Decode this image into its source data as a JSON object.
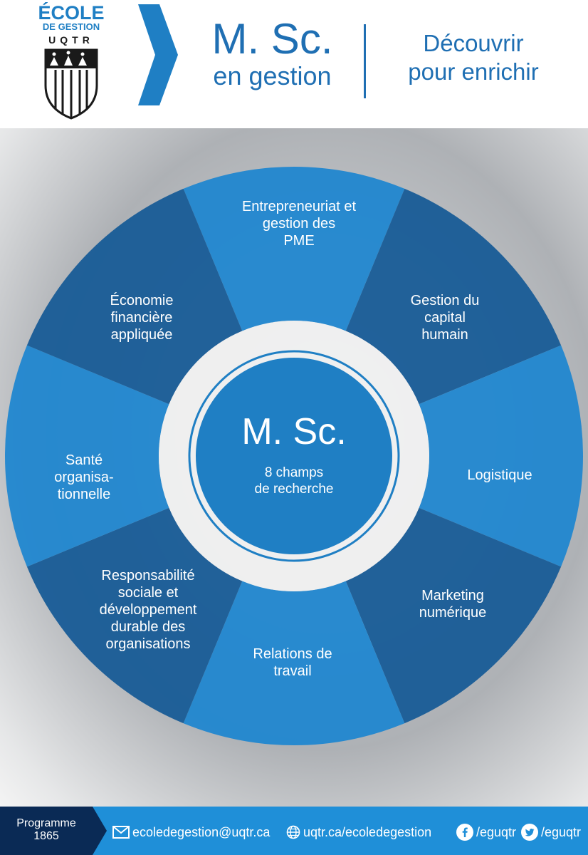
{
  "header": {
    "logo": {
      "line1": "ÉCOLE",
      "line2": "DE GESTION",
      "line3": "UQTR"
    },
    "title_main": "M. Sc.",
    "title_sub": "en gestion",
    "slogan_line1": "Découvrir",
    "slogan_line2": "pour enrichir"
  },
  "wheel": {
    "segments": [
      {
        "id": "top",
        "lines": [
          "Entrepreneuriat et",
          "gestion des",
          "PME"
        ]
      },
      {
        "id": "top-right",
        "lines": [
          "Gestion du",
          "capital",
          "humain"
        ]
      },
      {
        "id": "right",
        "lines": [
          "Logistique"
        ]
      },
      {
        "id": "bottom-right",
        "lines": [
          "Marketing",
          "numérique"
        ]
      },
      {
        "id": "bottom",
        "lines": [
          "Relations de",
          "travail"
        ]
      },
      {
        "id": "bottom-left",
        "lines": [
          "Responsabilité",
          "sociale et",
          "développement",
          "durable des",
          "organisations"
        ]
      },
      {
        "id": "left",
        "lines": [
          "Santé",
          "organisa-",
          "tionnelle"
        ]
      },
      {
        "id": "top-left",
        "lines": [
          "Économie",
          "financière",
          "appliquée"
        ]
      }
    ],
    "center": {
      "title": "M. Sc.",
      "sub_line1": "8 champs",
      "sub_line2": "de recherche"
    },
    "colors": {
      "dark": "#165a96",
      "light": "#1f86cf",
      "center": "#1f7fc4"
    }
  },
  "footer": {
    "program_line1": "Programme",
    "program_line2": "1865",
    "email": "ecoledegestion@uqtr.ca",
    "website": "uqtr.ca/ecoledegestion",
    "facebook": "/eguqtr",
    "twitter": "/eguqtr",
    "colors": {
      "bar": "#1f8fd8",
      "box": "#0a2a55"
    }
  }
}
